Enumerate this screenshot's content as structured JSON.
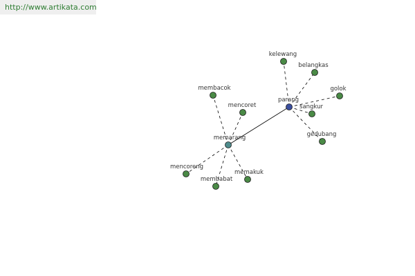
{
  "header": {
    "url": "http://www.artikata.com"
  },
  "graph": {
    "colors": {
      "primary_node": "#3b4f9e",
      "related_node": "#4a8a46",
      "node_stroke": "#1a1a1a",
      "edge": "#000000",
      "url_text": "#2e7d32"
    },
    "nodes": [
      {
        "id": "parang",
        "label": "parang",
        "kind": "primary"
      },
      {
        "id": "memarang",
        "label": "memarang",
        "kind": "primary"
      },
      {
        "id": "kelewang",
        "label": "kelewang",
        "kind": "related"
      },
      {
        "id": "belangkas",
        "label": "belangkas",
        "kind": "related"
      },
      {
        "id": "golok",
        "label": "golok",
        "kind": "related"
      },
      {
        "id": "sangkur",
        "label": "sangkur",
        "kind": "related"
      },
      {
        "id": "gedubang",
        "label": "gedubang",
        "kind": "related"
      },
      {
        "id": "membacok",
        "label": "membacok",
        "kind": "related"
      },
      {
        "id": "mencoret",
        "label": "mencoret",
        "kind": "related"
      },
      {
        "id": "mencoreng",
        "label": "mencoreng",
        "kind": "related"
      },
      {
        "id": "membabat",
        "label": "membabat",
        "kind": "related"
      },
      {
        "id": "memakuk",
        "label": "memakuk",
        "kind": "related"
      }
    ],
    "edges": [
      {
        "from": "memarang",
        "to": "parang",
        "style": "solid"
      },
      {
        "from": "parang",
        "to": "kelewang",
        "style": "dashed"
      },
      {
        "from": "parang",
        "to": "belangkas",
        "style": "dashed"
      },
      {
        "from": "parang",
        "to": "golok",
        "style": "dashed"
      },
      {
        "from": "parang",
        "to": "sangkur",
        "style": "dashed"
      },
      {
        "from": "parang",
        "to": "gedubang",
        "style": "dashed"
      },
      {
        "from": "memarang",
        "to": "membacok",
        "style": "dashed"
      },
      {
        "from": "memarang",
        "to": "mencoret",
        "style": "dashed"
      },
      {
        "from": "memarang",
        "to": "mencoreng",
        "style": "dashed"
      },
      {
        "from": "memarang",
        "to": "membabat",
        "style": "dashed"
      },
      {
        "from": "memarang",
        "to": "memakuk",
        "style": "dashed"
      }
    ]
  }
}
